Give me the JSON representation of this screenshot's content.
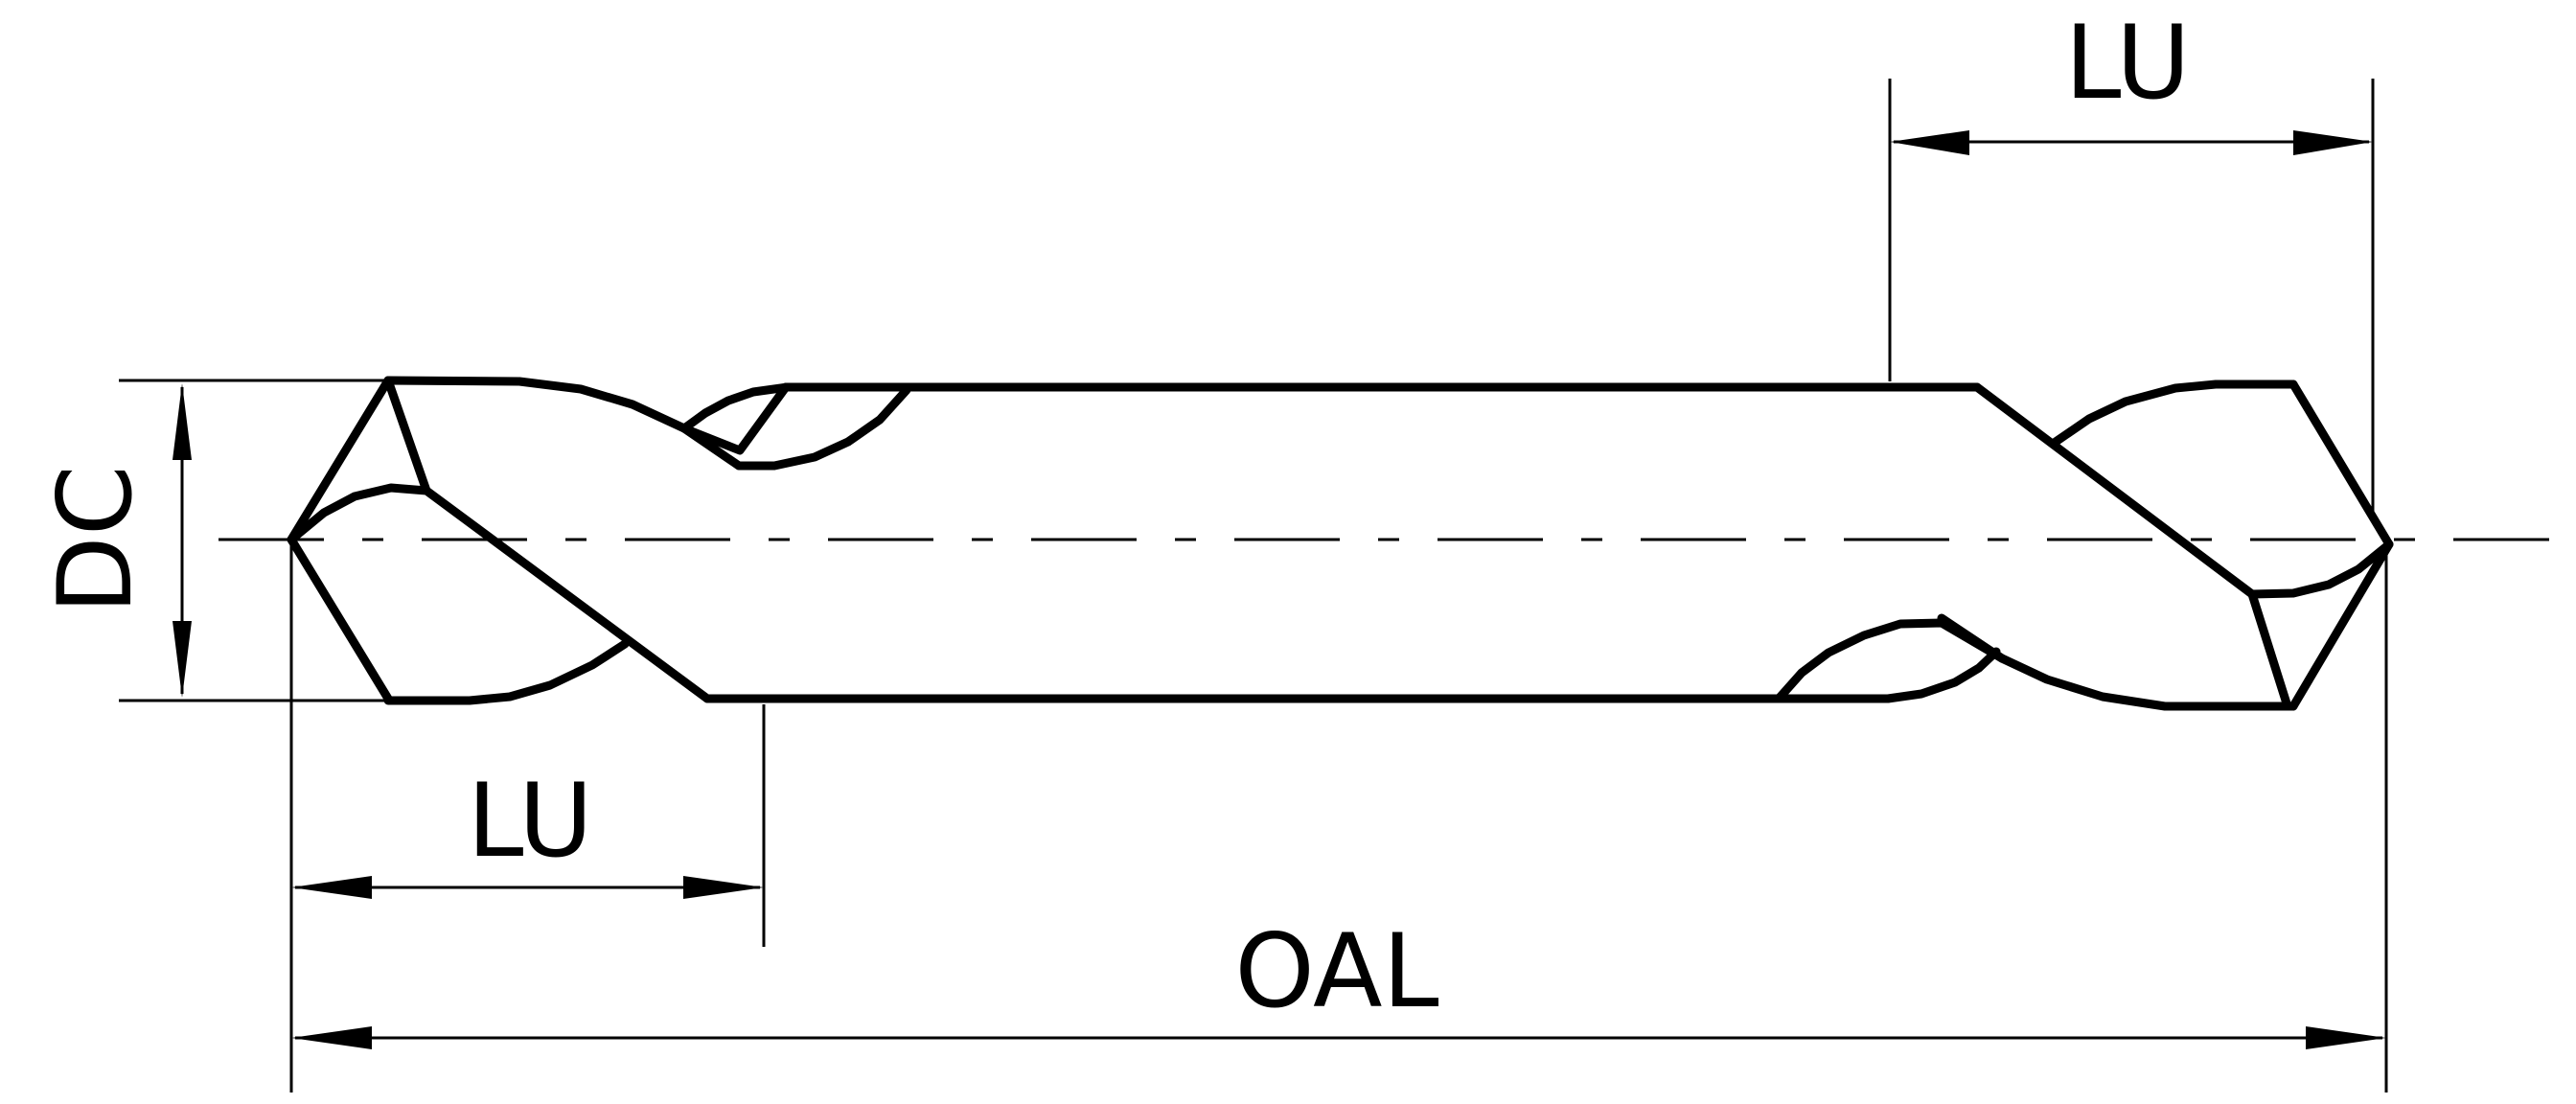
{
  "labels": {
    "lu_top": "LU",
    "lu_bottom": "LU",
    "oal": "OAL",
    "dc": "DC"
  },
  "colors": {
    "line": "#000000",
    "background": "#ffffff"
  }
}
